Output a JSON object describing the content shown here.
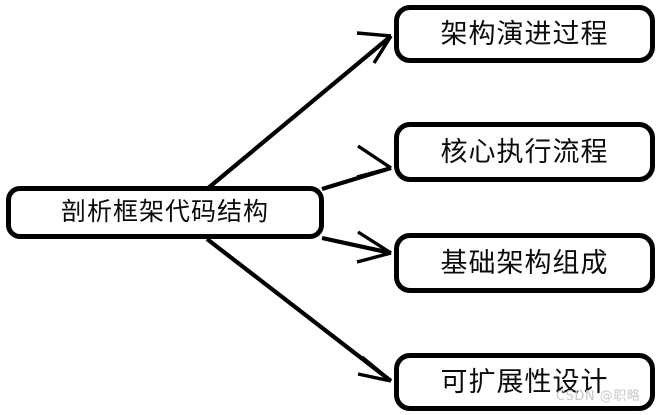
{
  "diagram": {
    "type": "mind-map",
    "background_color": "#ffffff",
    "stroke_color": "#000000",
    "text_color": "#0b0b0b",
    "root": {
      "id": "root",
      "label": "剖析框架代码结构"
    },
    "branches": [
      {
        "id": "branch-1",
        "label": "架构演进过程"
      },
      {
        "id": "branch-2",
        "label": "核心执行流程"
      },
      {
        "id": "branch-3",
        "label": "基础架构组成"
      },
      {
        "id": "branch-4",
        "label": "可扩展性设计"
      }
    ],
    "edges": [
      {
        "from": "root",
        "to": "branch-1",
        "arrow": "open-v"
      },
      {
        "from": "root",
        "to": "branch-2",
        "arrow": "open-v"
      },
      {
        "from": "root",
        "to": "branch-3",
        "arrow": "open-v"
      },
      {
        "from": "root",
        "to": "branch-4",
        "arrow": "open-v"
      }
    ]
  },
  "watermark": {
    "text": "CSDN @职略"
  }
}
